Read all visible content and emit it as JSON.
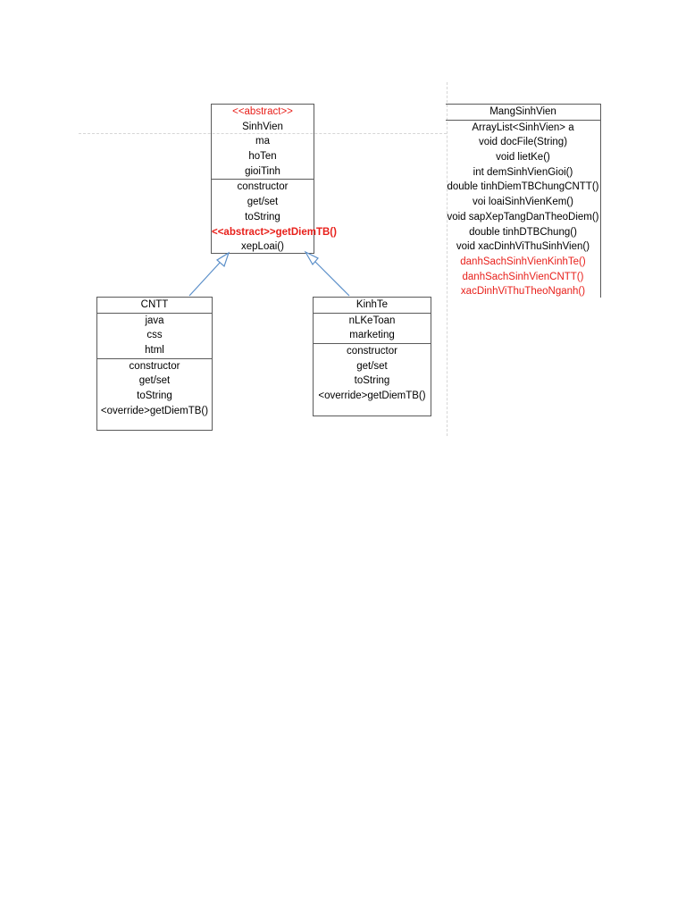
{
  "sinhvien": {
    "stereotype": "<<abstract>>",
    "name": "SinhVien",
    "attributes": [
      "ma",
      "hoTen",
      "gioiTinh"
    ],
    "methods": [
      "constructor",
      "get/set",
      "toString"
    ],
    "abstract_method": "<<abstract>>getDiemTB()",
    "last_method": "xepLoai()"
  },
  "cntt": {
    "name": "CNTT",
    "attributes": [
      "java",
      "css",
      "html"
    ],
    "methods": [
      "constructor",
      "get/set",
      "toString",
      "<override>getDiemTB()"
    ]
  },
  "kinhte": {
    "name": "KinhTe",
    "attributes": [
      "nLKeToan",
      "marketing"
    ],
    "methods": [
      "constructor",
      "get/set",
      "toString",
      "<override>getDiemTB()"
    ]
  },
  "mangsinhvien": {
    "name": "MangSinhVien",
    "attribute": "ArrayList<SinhVien> a",
    "methods": [
      "void docFile(String)",
      "void lietKe()",
      "int demSinhVienGioi()",
      "double tinhDiemTBChungCNTT()",
      "voi loaiSinhVienKem()",
      "void sapXepTangDanTheoDiem()",
      "double tinhDTBChung()",
      "void xacDinhViThuSinhVien()"
    ],
    "highlighted_methods": [
      "danhSachSinhVienKinhTe()",
      "danhSachSinhVienCNTT()",
      "xacDinhViThuTheoNganh()"
    ]
  },
  "colors": {
    "highlight": "#e8201b",
    "arrow": "#5b8fc9",
    "border": "#5a5a5a"
  }
}
